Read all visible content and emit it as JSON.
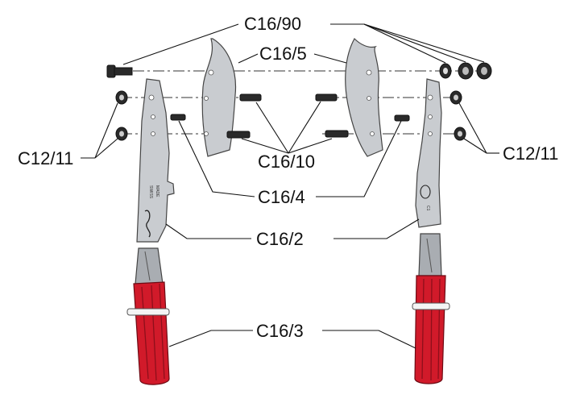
{
  "labels": {
    "c16_90": "C16/90",
    "c16_5": "C16/5",
    "c16_10": "C16/10",
    "c16_4": "C16/4",
    "c16_2": "C16/2",
    "c16_3": "C16/3",
    "c12_11_left": "C12/11",
    "c12_11_right": "C12/11"
  },
  "handle_stamp": {
    "left": [
      "SWISS",
      "MADE"
    ],
    "right": [
      "C1"
    ]
  },
  "colors": {
    "grip": "#d11a2a",
    "metal": "#c9ccd0",
    "line": "#111111"
  }
}
